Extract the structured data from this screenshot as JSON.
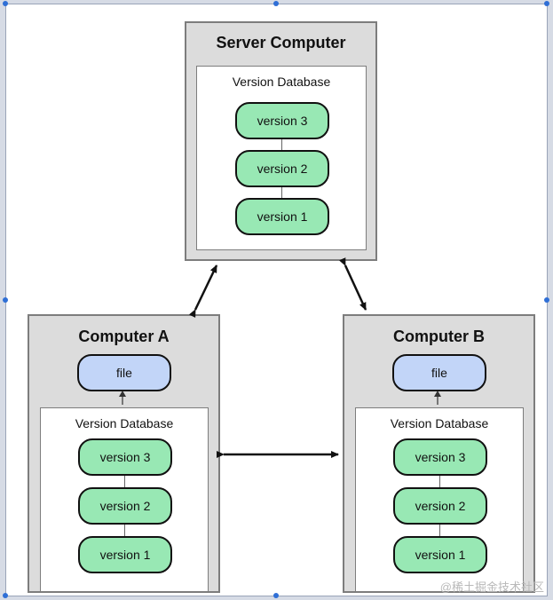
{
  "server": {
    "title": "Server Computer",
    "db_label": "Version Database",
    "versions": [
      "version 3",
      "version 2",
      "version 1"
    ]
  },
  "computer_a": {
    "title": "Computer A",
    "file_label": "file",
    "db_label": "Version Database",
    "versions": [
      "version 3",
      "version 2",
      "version 1"
    ]
  },
  "computer_b": {
    "title": "Computer B",
    "file_label": "file",
    "db_label": "Version Database",
    "versions": [
      "version 3",
      "version 2",
      "version 1"
    ]
  },
  "watermark": "@稀土掘金技术社区",
  "colors": {
    "box_fill": "#dcdcdc",
    "box_border": "#7d7d7d",
    "version_fill": "#98e8b4",
    "file_fill": "#c2d5f8",
    "handle": "#2f6fd6"
  },
  "icons": [
    "bidirectional-arrow",
    "up-arrow"
  ]
}
